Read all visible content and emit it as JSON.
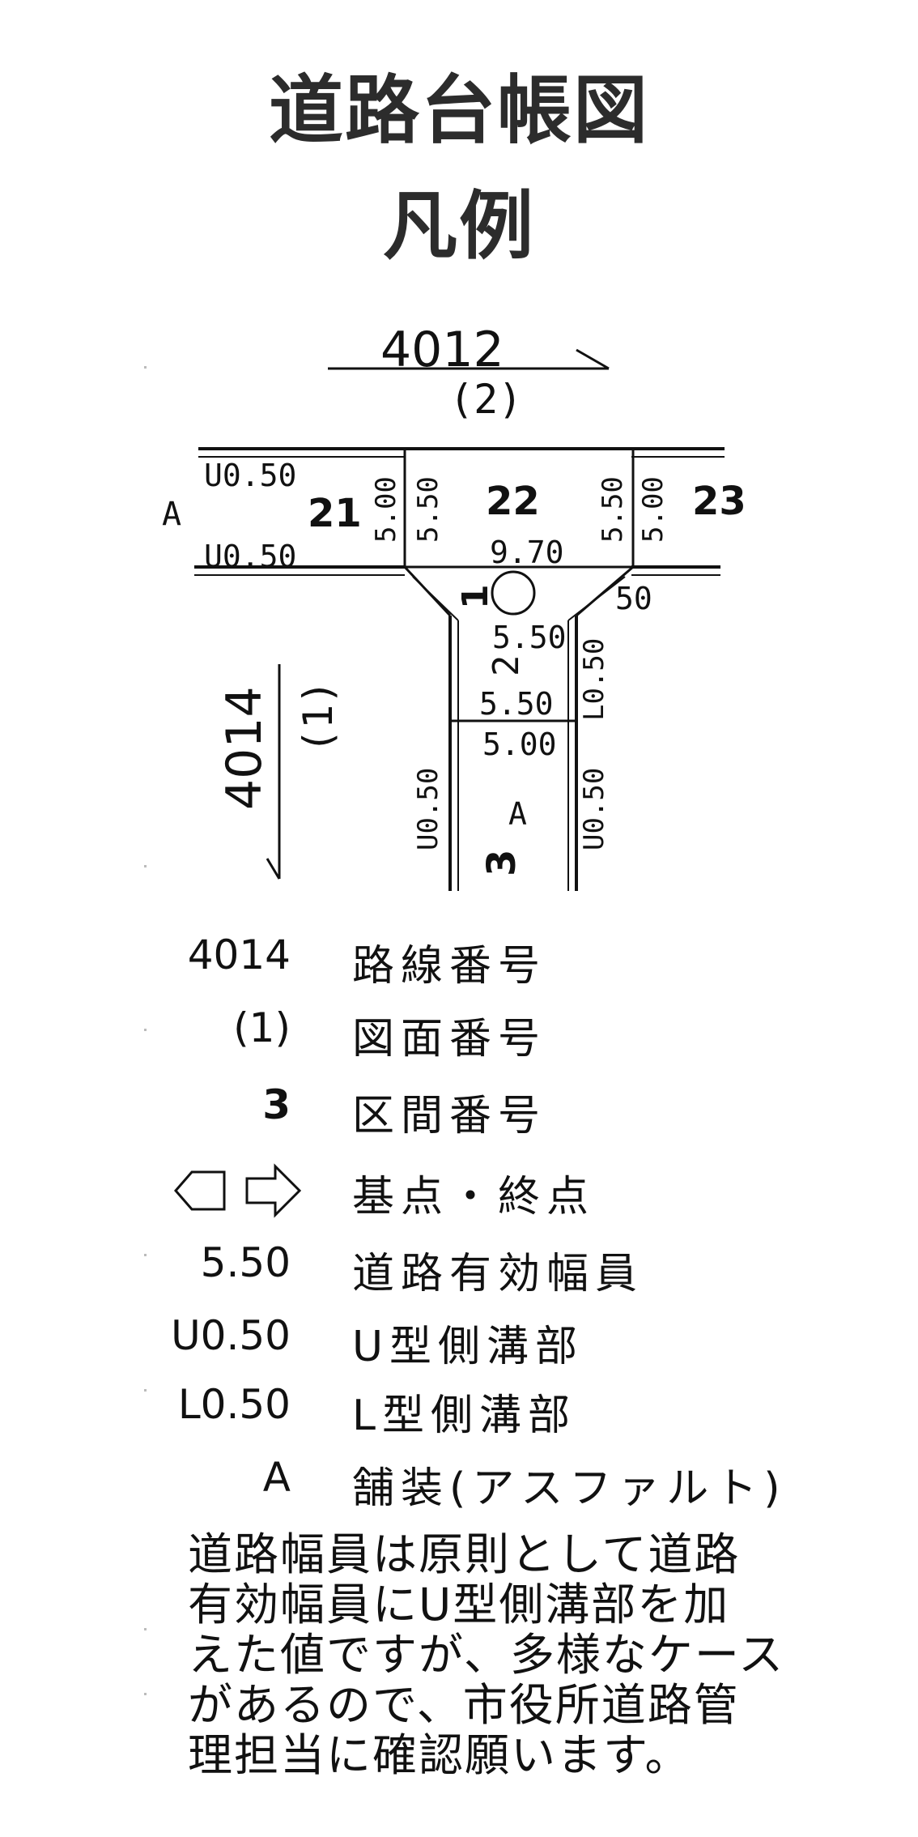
{
  "header": {
    "title": "道路台帳図",
    "subtitle": "凡例"
  },
  "diagram": {
    "route_top_number": "4012",
    "route_top_sheet": "(2)",
    "route_left_number": "4014",
    "route_left_sheet": "(1)",
    "pavement_left": "A",
    "pavement_bottom": "A",
    "ditch_top_left": "U0.50",
    "ditch_bottom_left": "U0.50",
    "ditch_vertical_left": "U0.50",
    "ditch_vertical_right": "U0.50",
    "ditch_l_right": "L0.50",
    "section_21": "21",
    "section_22": "22",
    "section_23": "23",
    "section_3": "3",
    "section_2": "2",
    "section_1": "1",
    "width_21_a": "5.00",
    "width_21_b": "5.50",
    "width_23_a": "5.50",
    "width_23_b": "5.00",
    "width_22_bottom": "9.70",
    "width_corner": "50",
    "width_2_top": "5.50",
    "width_2_bottom": "5.50",
    "width_3_top": "5.00"
  },
  "legend": [
    {
      "symbol": "4014",
      "desc": "路線番号",
      "bold": false
    },
    {
      "symbol": "(1)",
      "desc": "図面番号",
      "bold": false
    },
    {
      "symbol": "3",
      "desc": "区間番号",
      "bold": true
    },
    {
      "symbol": "",
      "desc": "基点・終点",
      "bold": false
    },
    {
      "symbol": "5.50",
      "desc": "道路有効幅員",
      "bold": false
    },
    {
      "symbol": "U0.50",
      "desc": "U型側溝部",
      "bold": false
    },
    {
      "symbol": "L0.50",
      "desc": "L型側溝部",
      "bold": false
    },
    {
      "symbol": "A",
      "desc": "舗装(アスファルト)",
      "bold": false
    }
  ],
  "note": [
    "道路幅員は原則として道路",
    "有効幅員にU型側溝部を加",
    "えた値ですが、多様なケース",
    "があるので、市役所道路管",
    "理担当に確認願います。"
  ]
}
